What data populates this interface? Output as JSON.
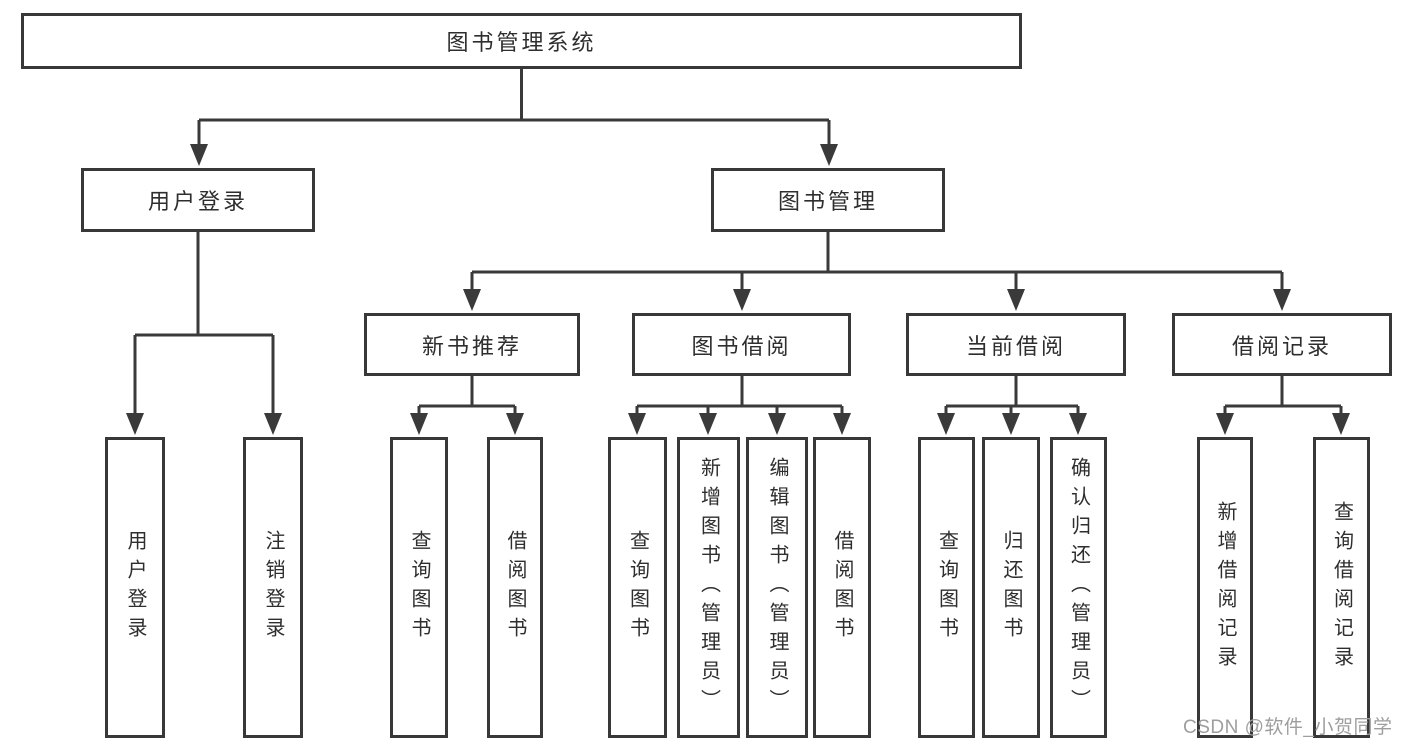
{
  "colors": {
    "line": "#3a3a3a",
    "border": "#383838",
    "text": "#2e2e2e",
    "box_bg": "#ffffff",
    "page_bg": "#ffffff",
    "watermark": "#9e9e9e"
  },
  "watermark": "CSDN @软件_小贺同学",
  "tree": {
    "label": "图书管理系统",
    "children": [
      {
        "label": "用户登录",
        "children": [
          {
            "label": "用户登录"
          },
          {
            "label": "注销登录"
          }
        ]
      },
      {
        "label": "图书管理",
        "children": [
          {
            "label": "新书推荐",
            "children": [
              {
                "label": "查询图书"
              },
              {
                "label": "借阅图书"
              }
            ]
          },
          {
            "label": "图书借阅",
            "children": [
              {
                "label": "查询图书"
              },
              {
                "label": "新增图书（管理员）"
              },
              {
                "label": "编辑图书（管理员）"
              },
              {
                "label": "借阅图书"
              }
            ]
          },
          {
            "label": "当前借阅",
            "children": [
              {
                "label": "查询图书"
              },
              {
                "label": "归还图书"
              },
              {
                "label": "确认归还（管理员）"
              }
            ]
          },
          {
            "label": "借阅记录",
            "children": [
              {
                "label": "新增借阅记录"
              },
              {
                "label": "查询借阅记录"
              }
            ]
          }
        ]
      }
    ]
  }
}
